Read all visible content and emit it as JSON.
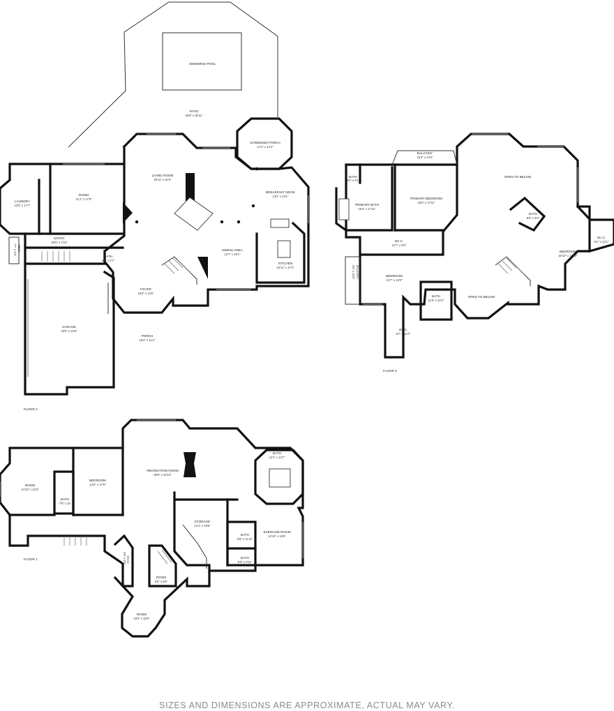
{
  "floors": [
    {
      "label": "FLOOR 2",
      "rooms": [
        {
          "name": "SWIMMING POOL",
          "dims": ""
        },
        {
          "name": "PATIO",
          "dims": "46'8\" x 38'11\""
        },
        {
          "name": "SCREENED PORCH",
          "dims": "14'1\" x 12'4\""
        },
        {
          "name": "LIVING ROOM",
          "dims": "25'11\" x 22'3\""
        },
        {
          "name": "BREAKFAST NOOK",
          "dims": "13'2\" x 13'1\""
        },
        {
          "name": "LAUNDRY",
          "dims": "13'0\" x 17'7\""
        },
        {
          "name": "ROOM",
          "dims": "21'1\" x 17'8\""
        },
        {
          "name": "ENTRY",
          "dims": "20'0\" x 7'10\""
        },
        {
          "name": "BATH",
          "dims": "9'8\" x 5'7\""
        },
        {
          "name": "DINING AREA",
          "dims": "12'7\" x 19'1\""
        },
        {
          "name": "KITCHEN",
          "dims": "10'11\" x 17'3\""
        },
        {
          "name": "FOYER",
          "dims": "15'0\" x 13'6\""
        },
        {
          "name": "GARAGE",
          "dims": "23'5\" x 34'8\""
        },
        {
          "name": "PORCH",
          "dims": "16'4\" x 14'1\""
        },
        {
          "name": "DECK",
          "dims": "7'7\" x 3'4\""
        }
      ]
    },
    {
      "label": "FLOOR 3",
      "rooms": [
        {
          "name": "BALCONY",
          "dims": "16'3\" x 3'10\""
        },
        {
          "name": "BATH",
          "dims": "6'0\" x 5'1\""
        },
        {
          "name": "PRIMARY BATH",
          "dims": "15'4\" x 17'11\""
        },
        {
          "name": "PRIMARY BEDROOM",
          "dims": "18'3\" x 17'11\""
        },
        {
          "name": "OPEN TO BELOW",
          "dims": ""
        },
        {
          "name": "BATH",
          "dims": "8'6\" x 9'4\""
        },
        {
          "name": "W.I.C.",
          "dims": "9'1\" x 12'1\""
        },
        {
          "name": "BEDROOM",
          "dims": "16'10\" x 17'10\""
        },
        {
          "name": "W.I.C.",
          "dims": "21'7\" x 8'0\""
        },
        {
          "name": "BEDROOM",
          "dims": "21'7\" x 12'0\""
        },
        {
          "name": "BATH",
          "dims": "11'5\" x 10'2\""
        },
        {
          "name": "OPEN TO BELOW",
          "dims": ""
        },
        {
          "name": "W.I.C.",
          "dims": "9'7\" x 14'7\""
        },
        {
          "name": "BALCONY",
          "dims": "3'6\" x 12'5\""
        }
      ]
    },
    {
      "label": "FLOOR 1",
      "rooms": [
        {
          "name": "ROOM",
          "dims": "14'10\" x 22'6\""
        },
        {
          "name": "BEDROOM",
          "dims": "12'6\" x 17'8\""
        },
        {
          "name": "BATH",
          "dims": "7'8\" x 10'"
        },
        {
          "name": "RECREATION ROOM",
          "dims": "36'9\" x 34'10\""
        },
        {
          "name": "BATH",
          "dims": "12'4\" x 13'7\""
        },
        {
          "name": "STORAGE",
          "dims": "14'1\" x 19'5\""
        },
        {
          "name": "BATH",
          "dims": "6'8\" x 11'11\""
        },
        {
          "name": "EXERCISE ROOM",
          "dims": "12'10\" x 16'5\""
        },
        {
          "name": "BATH",
          "dims": "5'0\" x 3'11\""
        },
        {
          "name": "ROOM",
          "dims": "5'6\" x 8'8\""
        },
        {
          "name": "HVAC",
          "dims": "4'5\" x 5'5\""
        },
        {
          "name": "ROOM",
          "dims": "10'5\" x 10'0\""
        }
      ]
    }
  ],
  "disclaimer": "SIZES AND DIMENSIONS ARE APPROXIMATE, ACTUAL MAY VARY."
}
